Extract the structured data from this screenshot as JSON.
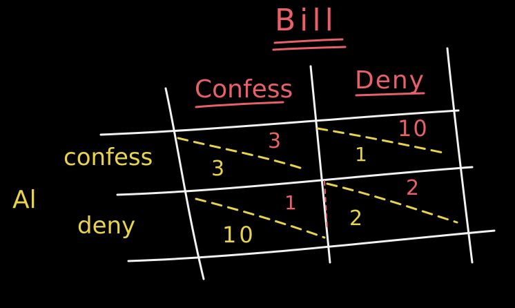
{
  "matrix": {
    "column_player": "Bill",
    "row_player": "Al",
    "column_headers": [
      "Confess",
      "Deny"
    ],
    "row_headers": [
      "confess",
      "deny"
    ],
    "cells": [
      {
        "row": "confess",
        "col": "Confess",
        "al": "3",
        "bill": "3"
      },
      {
        "row": "confess",
        "col": "Deny",
        "al": "1",
        "bill": "10"
      },
      {
        "row": "deny",
        "col": "Confess",
        "al": "10",
        "bill": "1"
      },
      {
        "row": "deny",
        "col": "Deny",
        "al": "2",
        "bill": "2"
      }
    ]
  },
  "colors": {
    "background": "#000000",
    "bill_ink": "#e8606a",
    "al_ink": "#e8d44a",
    "grid_ink": "#f2f2f2"
  }
}
